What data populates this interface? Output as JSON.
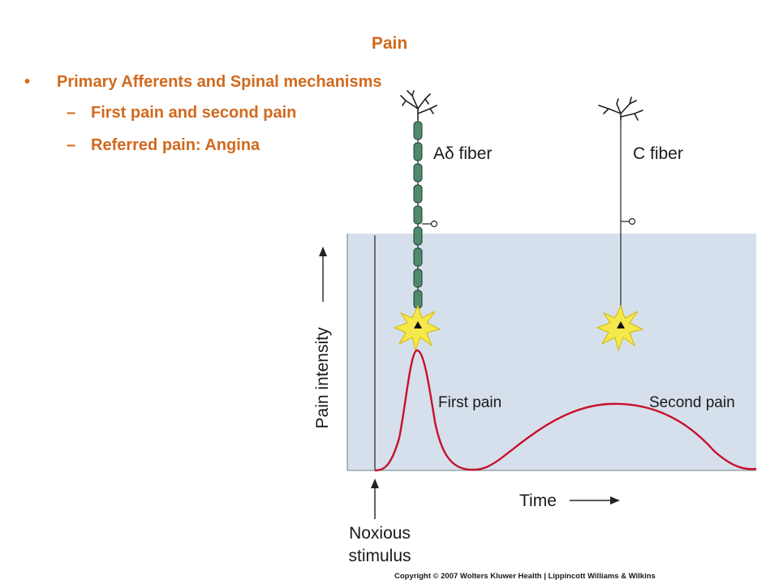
{
  "slide": {
    "title": "Pain",
    "bullet_marker": "•",
    "dash_marker": "–",
    "bullet": "Primary Afferents and Spinal mechanisms",
    "sub_bullets": [
      "First pain and second pain",
      "Referred pain: Angina"
    ]
  },
  "figure": {
    "fiber_labels": [
      "Aδ fiber",
      "C fiber"
    ],
    "y_axis_label": "Pain intensity",
    "x_axis_label": "Time",
    "curve_labels": [
      "First pain",
      "Second pain"
    ],
    "stimulus_label_lines": [
      "Noxious",
      "stimulus"
    ],
    "copyright": "Copyright © 2007 Wolters Kluwer Health | Lippincott Williams & Wilkins",
    "colors": {
      "plot_background": "#d6e0ec",
      "curve": "#c8102e",
      "myelin": "#4f8a6e",
      "star": "#f5e84a",
      "title": "#d2691e"
    }
  }
}
